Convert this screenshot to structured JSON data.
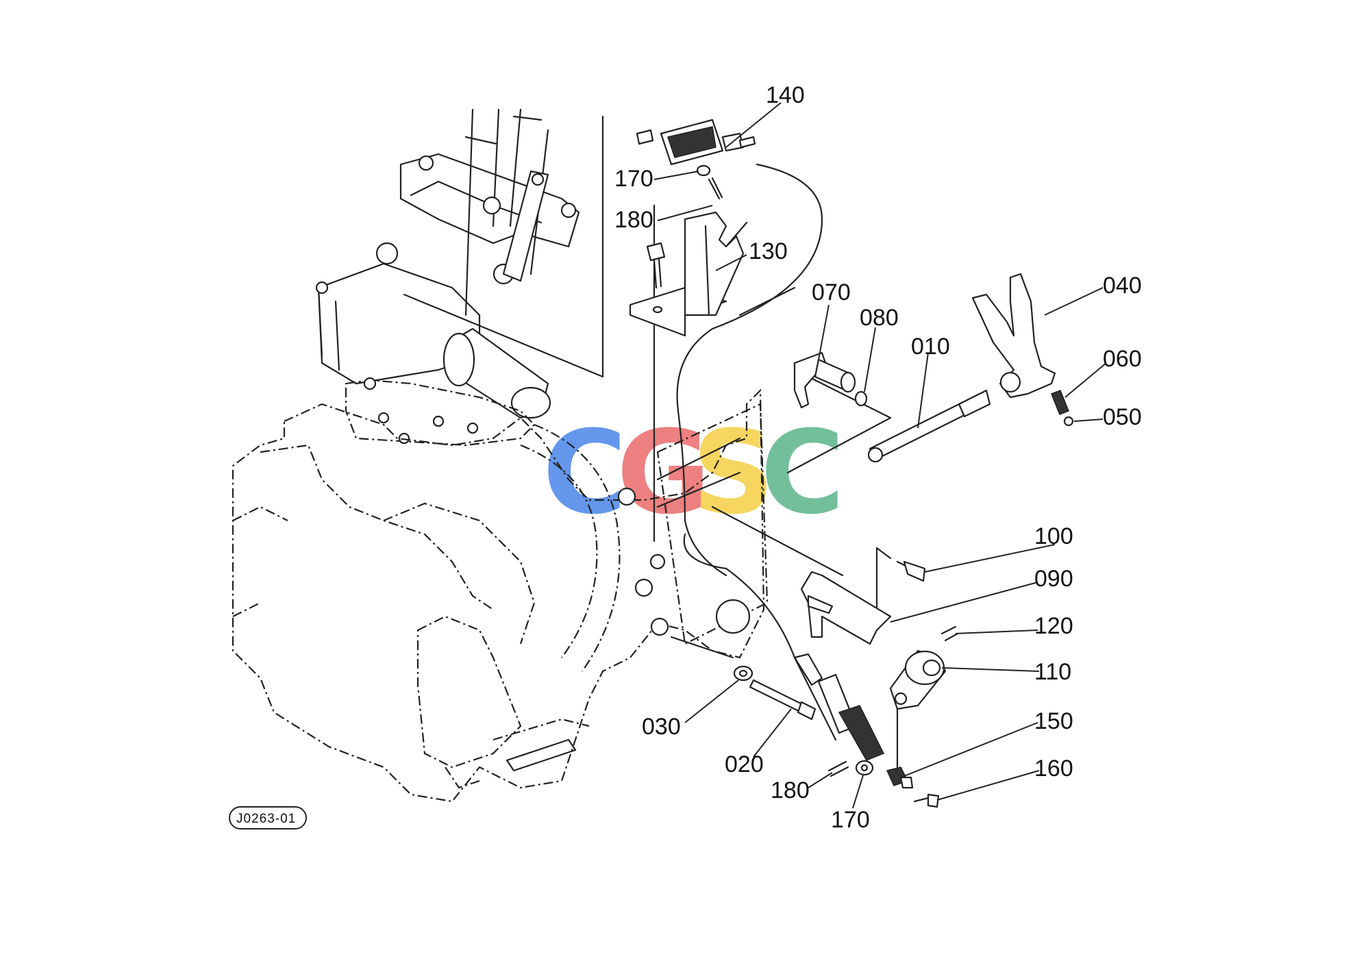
{
  "drawing_ref": "J0263-01",
  "watermark": {
    "letters": [
      "C",
      "G",
      "S",
      "C"
    ],
    "colors": [
      "#4a86e8",
      "#ea6a6a",
      "#f5cf45",
      "#5bb58a"
    ]
  },
  "labels": [
    {
      "id": "140",
      "text": "140"
    },
    {
      "id": "170a",
      "text": "170"
    },
    {
      "id": "180a",
      "text": "180"
    },
    {
      "id": "130",
      "text": "130"
    },
    {
      "id": "070",
      "text": "070"
    },
    {
      "id": "080",
      "text": "080"
    },
    {
      "id": "010",
      "text": "010"
    },
    {
      "id": "040",
      "text": "040"
    },
    {
      "id": "060",
      "text": "060"
    },
    {
      "id": "050",
      "text": "050"
    },
    {
      "id": "100",
      "text": "100"
    },
    {
      "id": "090",
      "text": "090"
    },
    {
      "id": "120",
      "text": "120"
    },
    {
      "id": "110",
      "text": "110"
    },
    {
      "id": "150",
      "text": "150"
    },
    {
      "id": "160",
      "text": "160"
    },
    {
      "id": "030",
      "text": "030"
    },
    {
      "id": "020",
      "text": "020"
    },
    {
      "id": "180b",
      "text": "180"
    },
    {
      "id": "170b",
      "text": "170"
    }
  ]
}
